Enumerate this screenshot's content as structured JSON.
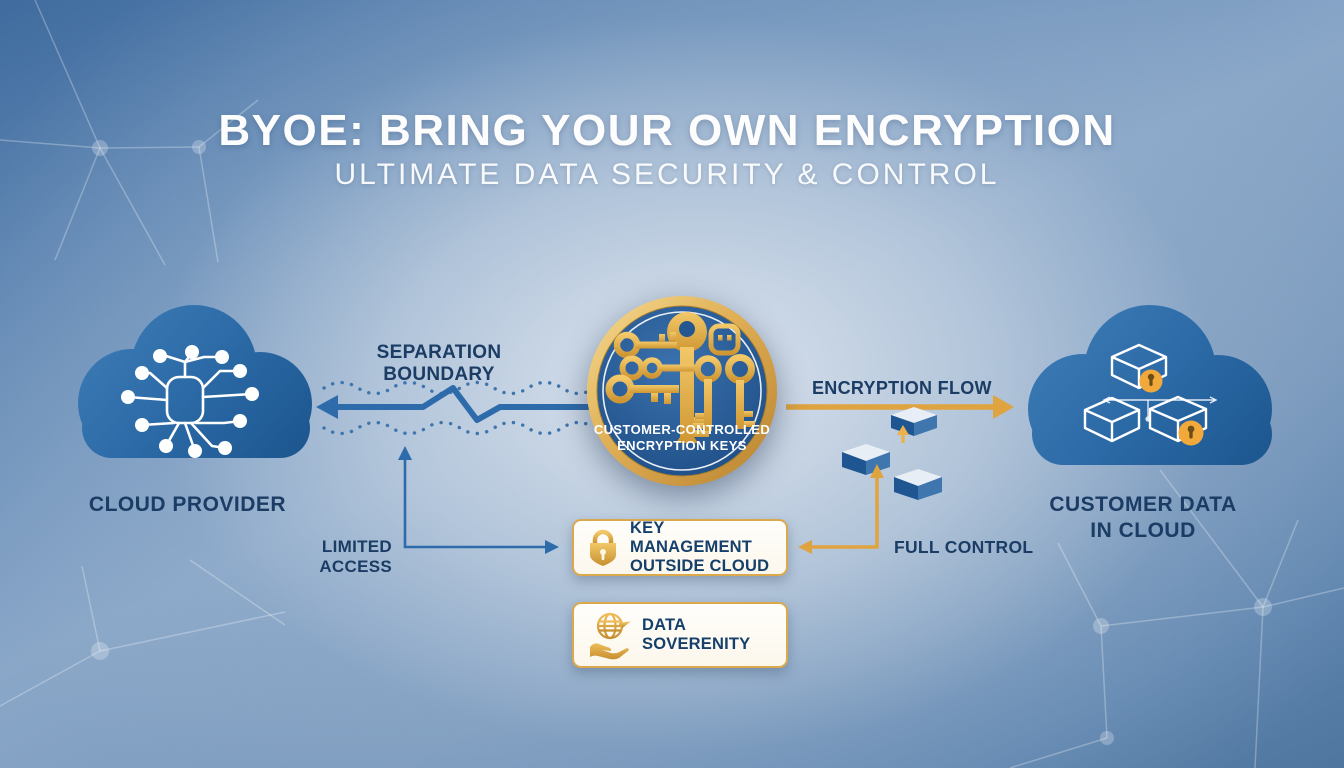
{
  "header": {
    "title": "BYOE: BRING YOUR OWN ENCRYPTION",
    "subtitle": "ULTIMATE DATA SECURITY & CONTROL"
  },
  "left_cloud": {
    "label": "CLOUD PROVIDER"
  },
  "emblem": {
    "line1": "CUSTOMER-CONTROLLED",
    "line2": "ENCRYPTION KEYS"
  },
  "right_cloud": {
    "line1": "CUSTOMER DATA",
    "line2": "IN CLOUD"
  },
  "labels": {
    "separation_boundary": "SEPARATION BOUNDARY",
    "encryption_flow": "ENCRYPTION FLOW",
    "limited_access": "LIMITED ACCESS",
    "full_control": "FULL CONTROL"
  },
  "callouts": {
    "key_management": {
      "line1": "KEY MANAGEMENT",
      "line2": "OUTSIDE CLOUD"
    },
    "data_sovereignty": {
      "line1": "DATA",
      "line2": "SOVERENITY"
    }
  },
  "icons": {
    "left_cloud": "network-chip-icon",
    "emblem": "golden-keys-icon",
    "right_cloud": "locked-data-cubes-icon",
    "key_management": "padlock-icon",
    "data_sovereignty": "globe-in-hand-icon"
  },
  "palette": {
    "gold": "#DFA33F",
    "gold_light": "#F2CF7D",
    "gold_dark": "#B9822E",
    "navy_text": "#1B3C64",
    "arrow_blue": "#2E6BAB",
    "cloud_blue": "#2B6AA6",
    "emblem_blue": "#24568F",
    "callout_border": "#D9A94C",
    "lock_badge_amber": "#F2A93B",
    "background_center": "#D8E0EA",
    "background_edge": "#4F769E"
  }
}
